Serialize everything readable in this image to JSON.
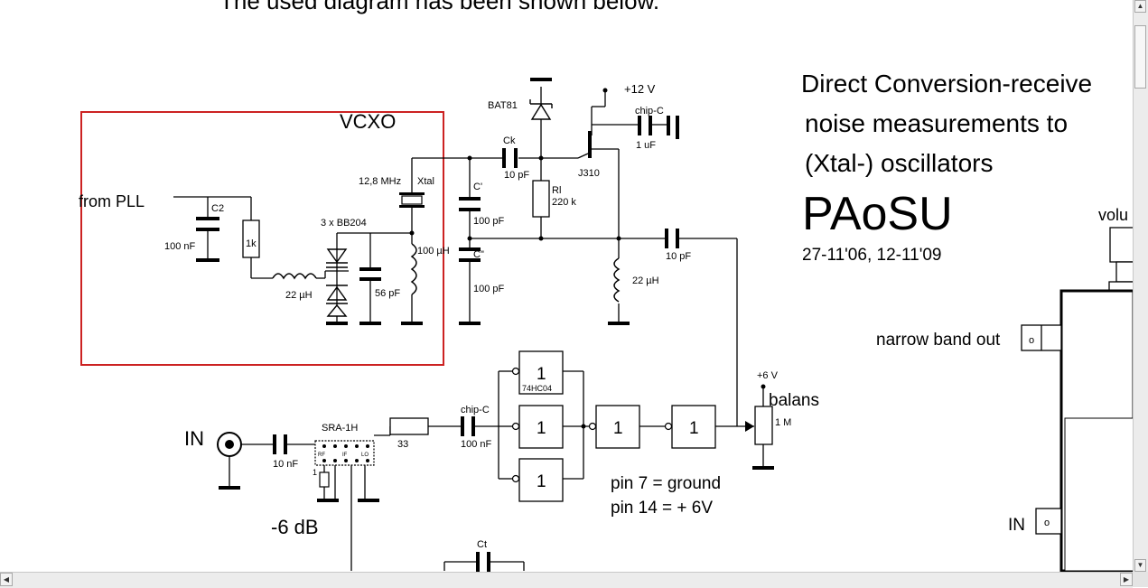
{
  "header_text": "The used diagram has been shown below.",
  "title": {
    "line1": "Direct Conversion-receive",
    "line2": "noise measurements to",
    "line3": "(Xtal-) oscillators",
    "brand": "PAoSU",
    "dates": "27-11'06, 12-11'09",
    "brand_color": "#1a7a1a"
  },
  "vcxo": {
    "label": "VCXO",
    "from_pll": "from PLL",
    "c2": "C2",
    "c2_value": "100 nF",
    "r1k": "1k",
    "l22": "22 µH",
    "varicaps": "3 x BB204",
    "c56": "56 pF",
    "xtal_freq": "12,8 MHz",
    "xtal": "Xtal",
    "l100": "100 µH",
    "box_color": "#cc2222"
  },
  "osc": {
    "bat81": "BAT81",
    "supply": "+12 V",
    "chip_c": "chip-C",
    "c_1uf": "1 uF",
    "ck": "Ck",
    "ck_value": "10 pF",
    "j310": "J310",
    "rl": "Rl",
    "rl_value": "220 k",
    "c_prime": "C'",
    "c_prime_value": "100 pF",
    "c_dprime": "C\"",
    "c_dprime_value": "100 pF",
    "c_out": "10 pF",
    "l_out": "22 µH"
  },
  "mixer": {
    "in_label": "IN",
    "c_in": "10 nF",
    "sra": "SRA-1H",
    "pin_rf": "RF",
    "pin_if": "IF",
    "pin_lo": "LO",
    "pin1": "1",
    "attn": "-6 dB",
    "attn_color": "#dd2222",
    "r33": "33",
    "chip_c2": "chip-C",
    "c100n": "100 nF",
    "ct": "Ct"
  },
  "logic": {
    "gate": "1",
    "ic": "74HC04",
    "pin7": "pin 7 = ground",
    "pin14": "pin 14 = + 6V",
    "supply6": "+6 V",
    "balans": "balans",
    "pot": "1 M"
  },
  "right_panel": {
    "volume": "volu",
    "narrow_out": "narrow band out",
    "in_label": "IN",
    "jack": "o"
  },
  "scroll": {
    "up": "▲",
    "down": "▼",
    "left": "◀",
    "right": "▶"
  }
}
